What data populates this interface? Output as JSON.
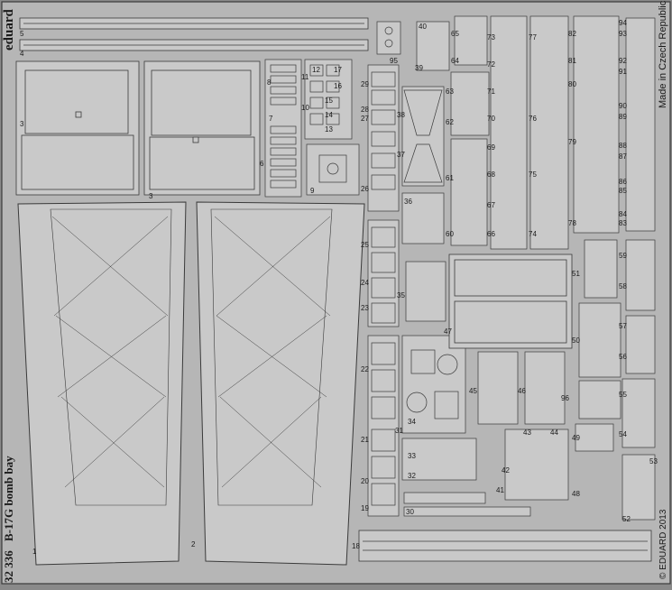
{
  "sheet": {
    "brand": "eduard",
    "catalog_number": "32 336",
    "title": "B-17G bomb bay",
    "origin": "Made in Czech Republic",
    "copyright": "© EDUARD 2013"
  },
  "colors": {
    "background": "#8a8a8a",
    "fret": "#b6b6b6",
    "part": "#c9c9c9",
    "outline": "#3a3a3a",
    "text": "#1a1a1a"
  },
  "labels": {
    "n1": "1",
    "n2": "2",
    "n3": "3",
    "n4": "4",
    "n5": "5",
    "n6": "6",
    "n7": "7",
    "n8": "8",
    "n9": "9",
    "n10": "10",
    "n11": "11",
    "n12": "12",
    "n13": "13",
    "n14": "14",
    "n15": "15",
    "n16": "16",
    "n17": "17",
    "n18": "18",
    "n19": "19",
    "n20": "20",
    "n21": "21",
    "n22": "22",
    "n23": "23",
    "n24": "24",
    "n25": "25",
    "n26": "26",
    "n27": "27",
    "n28": "28",
    "n29": "29",
    "n30": "30",
    "n31": "31",
    "n32": "32",
    "n33": "33",
    "n34": "34",
    "n35": "35",
    "n36": "36",
    "n37": "37",
    "n38": "38",
    "n39": "39",
    "n40": "40",
    "n41": "41",
    "n42": "42",
    "n43": "43",
    "n44": "44",
    "n45": "45",
    "n46": "46",
    "n47": "47",
    "n48": "48",
    "n49": "49",
    "n50": "50",
    "n51": "51",
    "n52": "52",
    "n53": "53",
    "n54": "54",
    "n55": "55",
    "n56": "56",
    "n57": "57",
    "n58": "58",
    "n59": "59",
    "n60": "60",
    "n61": "61",
    "n62": "62",
    "n63": "63",
    "n64": "64",
    "n65": "65",
    "n66": "66",
    "n67": "67",
    "n68": "68",
    "n69": "69",
    "n70": "70",
    "n71": "71",
    "n72": "72",
    "n73": "73",
    "n74": "74",
    "n75": "75",
    "n76": "76",
    "n77": "77",
    "n78": "78",
    "n79": "79",
    "n80": "80",
    "n81": "81",
    "n82": "82",
    "n83": "83",
    "n84": "84",
    "n85": "85",
    "n86": "86",
    "n87": "87",
    "n88": "88",
    "n89": "89",
    "n90": "90",
    "n91": "91",
    "n92": "92",
    "n93": "93",
    "n94": "94",
    "n95": "95",
    "n96": "96"
  }
}
